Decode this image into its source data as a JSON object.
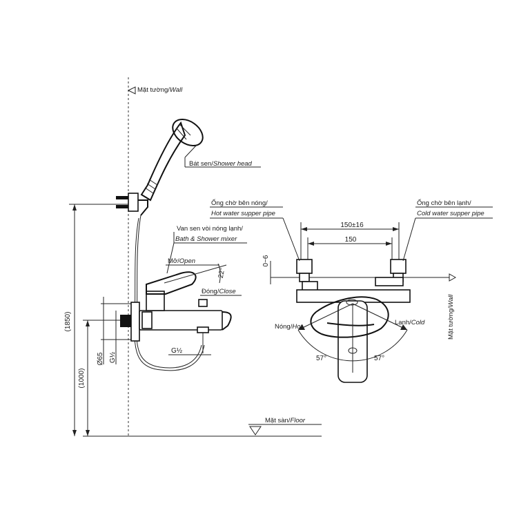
{
  "labels": {
    "wall_left": {
      "vn": "Mặt tường/",
      "en": "Wall"
    },
    "shower_head": {
      "vn": "Bát sen/",
      "en": "Shower head"
    },
    "mixer_vn": "Van sen vòi nóng lạnh/",
    "mixer_en": "Bath & Shower mixer",
    "open": {
      "vn": "Mở/",
      "en": "Open"
    },
    "close": {
      "vn": "Đóng/",
      "en": "Close"
    },
    "floor": {
      "vn": "Mặt sàn/",
      "en": "Floor"
    },
    "hot_pipe_vn": "Ống chờ bên nóng/",
    "hot_pipe_en": "Hot water supper pipe",
    "cold_pipe_vn": "Ống chờ bên lạnh/",
    "cold_pipe_en": "Cold water supper pipe",
    "hot": {
      "vn": "Nóng/",
      "en": "Hot"
    },
    "cold": {
      "vn": "Lạnh/",
      "en": "Cold"
    },
    "wall_right": {
      "vn": "Mặt tường/",
      "en": "Wall"
    }
  },
  "dimensions": {
    "height_total": "(1850)",
    "height_mixer": "(1000)",
    "diameter": "Ø65",
    "thread_vertical": "G½",
    "thread_horizontal": "G½",
    "angle_open": "22°",
    "width_range": "150±16",
    "width": "150",
    "depth": "0~6",
    "angle_left": "57°",
    "angle_right": "57°"
  }
}
